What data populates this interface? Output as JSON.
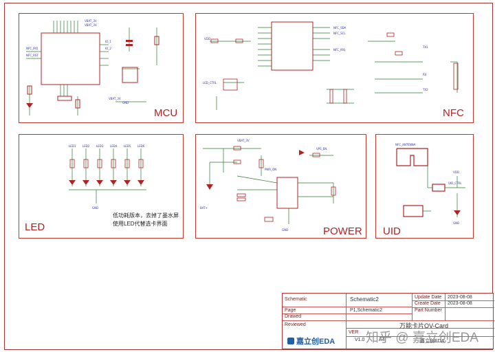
{
  "blocks": {
    "mcu": "MCU",
    "nfc": "NFC",
    "led": "LED",
    "power": "POWER",
    "uid": "UID"
  },
  "led_note": {
    "line1": "低功耗版本，去掉了墨水屏",
    "line2": "使用LED代替选卡界面"
  },
  "title_block": {
    "schematic_label": "Schematic",
    "schematic_value": "Schematic2",
    "page_label": "Page",
    "page_value": "P1,Schematic2",
    "drawed_label": "Drawed",
    "reviewed_label": "Reviewed",
    "update_date_label": "Update Date",
    "update_date_value": "2023-08-08",
    "create_date_label": "Create Date",
    "create_date_value": "2023-08-08",
    "part_number_label": "Part Number",
    "project_title": "万能卡片OV-Card",
    "ver_label": "VER",
    "ver_value": "V1.0",
    "size_label": "A4",
    "company": "嘉立创EDA"
  },
  "logo_text": "嘉立创EDA",
  "watermark": "知乎 @ 嘉立创EDA",
  "colors": {
    "border": "#c0392b",
    "wire": "#2a7a2a",
    "component": "#b22222",
    "net_label": "#3333aa"
  }
}
